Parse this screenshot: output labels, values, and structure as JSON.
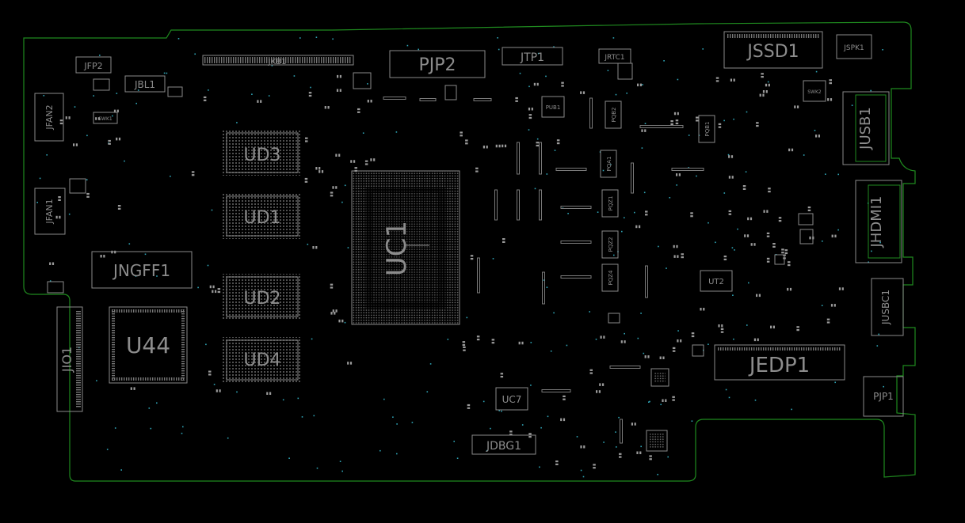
{
  "board": {
    "outline_color": "#1f8a1f",
    "background": "#000000",
    "component_color": "#8a8a8a",
    "via_color": "#2fa3b5"
  },
  "labels": {
    "jkb1": "JKB1",
    "pjp2": "PJP2",
    "jtp1": "JTP1",
    "jrtc1": "JRTC1",
    "jssd1": "JSSD1",
    "jspk1": "JSPK1",
    "jfp2": "JFP2",
    "jbl1": "JBL1",
    "jfan2": "JFAN2",
    "jfan1": "JFAN1",
    "ud3": "UD3",
    "ud1": "UD1",
    "ud2": "UD2",
    "ud4": "UD4",
    "uc1": "UC1",
    "jngff1": "JNGFF1",
    "u44": "U44",
    "jio1": "JIO1",
    "jusb1": "JUSB1",
    "jhdmi1": "JHDMI1",
    "jusbc1": "JUSBC1",
    "jedp1": "JEDP1",
    "pjp1": "PJP1",
    "jdbg1": "JDBG1",
    "uc7": "UC7",
    "ut2": "UT2",
    "swk1": "SWK1",
    "swk2": "SWK2",
    "pub1": "PUB1",
    "pqb2": "PQB2",
    "pqb1": "PQB1",
    "pqa1": "PQA1",
    "pqz1": "PQZ1",
    "pqz2": "PQZ2",
    "pqz4": "PQZ4"
  }
}
